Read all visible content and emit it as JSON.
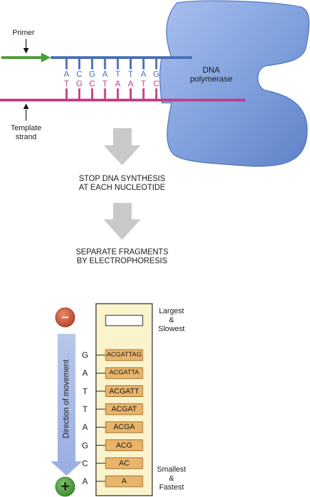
{
  "labels": {
    "primer": "Primer",
    "template_line1": "Template",
    "template_line2": "strand",
    "dna_line1": "DNA",
    "dna_line2": "polymerase",
    "step1_line1": "STOP DNA SYNTHESIS",
    "step1_line2": "AT EACH NUCLEOTIDE",
    "step2_line1": "SEPARATE FRAGMENTS",
    "step2_line2": "BY ELECTROPHORESIS",
    "largest_line1": "Largest",
    "largest_line2": "&",
    "largest_line3": "Slowest",
    "smallest_line1": "Smallest",
    "smallest_line2": "&",
    "smallest_line3": "Fastest",
    "direction": "Direction of movement",
    "minus": "−",
    "plus": "+"
  },
  "primer_bases": [
    "A",
    "C",
    "G",
    "A",
    "T",
    "T",
    "A",
    "G"
  ],
  "template_bases": [
    "T",
    "G",
    "C",
    "T",
    "A",
    "A",
    "T",
    "C"
  ],
  "gel_rows": [
    {
      "base": "G",
      "fragment": "ACGATTAG"
    },
    {
      "base": "A",
      "fragment": "ACGATTA"
    },
    {
      "base": "T",
      "fragment": "ACGATT"
    },
    {
      "base": "T",
      "fragment": "ACGAT"
    },
    {
      "base": "A",
      "fragment": "ACGA"
    },
    {
      "base": "G",
      "fragment": "ACG"
    },
    {
      "base": "C",
      "fragment": "AC"
    },
    {
      "base": "A",
      "fragment": "A"
    }
  ],
  "colors": {
    "primer_blue": "#4a6fb5",
    "template_magenta": "#c0408a",
    "primer_arrow_green": "#4e9a3a",
    "polymerase_fill": "#7e9fdc",
    "gel_fill": "#fbf3cc",
    "band_fill": "#e9b56a",
    "minus_red": "#c8553b",
    "plus_green": "#4c9a3c",
    "process_arrow_gray": "#c9c9c9"
  }
}
